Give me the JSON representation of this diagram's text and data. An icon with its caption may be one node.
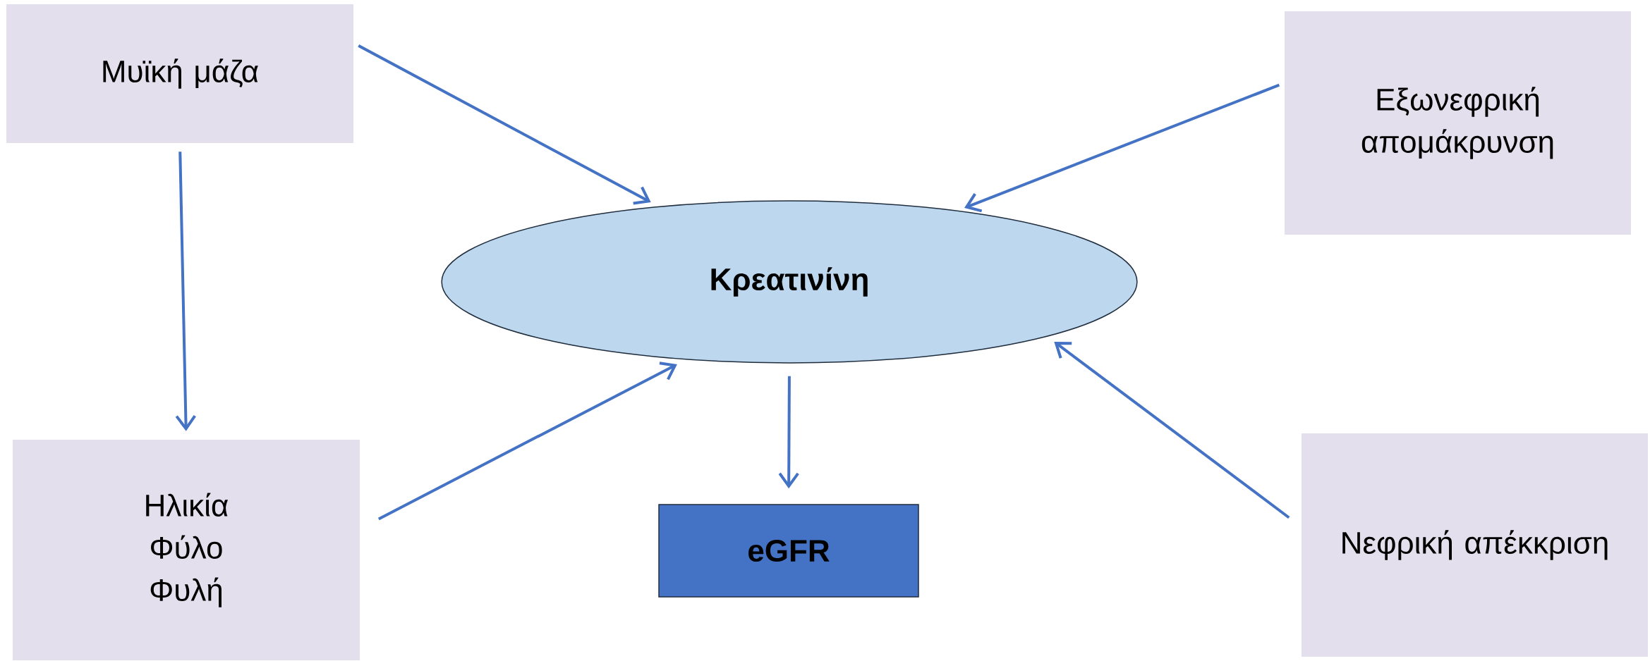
{
  "diagram": {
    "nodes": [
      {
        "text": [
          "Μυϊκή μάζα"
        ]
      },
      {
        "text": [
          "Εξωνεφρική απομάκρυνση"
        ]
      },
      {
        "text": [
          "Κρεατινίνη"
        ]
      },
      {
        "text": [
          "Ηλικία",
          "Φύλο",
          "Φυλή"
        ]
      },
      {
        "text": [
          "eGFR"
        ]
      },
      {
        "text": [
          "Νεφρική απέκκριση"
        ]
      }
    ],
    "edges": [
      {
        "from": 0,
        "to": 2,
        "arrow": "to"
      },
      {
        "from": 1,
        "to": 2,
        "arrow": "to"
      },
      {
        "from": 0,
        "to": 3,
        "arrow": "to"
      },
      {
        "from": 3,
        "to": 2,
        "arrow": "to"
      },
      {
        "from": 2,
        "to": 4,
        "arrow": "to"
      },
      {
        "from": 5,
        "to": 2,
        "arrow": "to"
      }
    ]
  }
}
